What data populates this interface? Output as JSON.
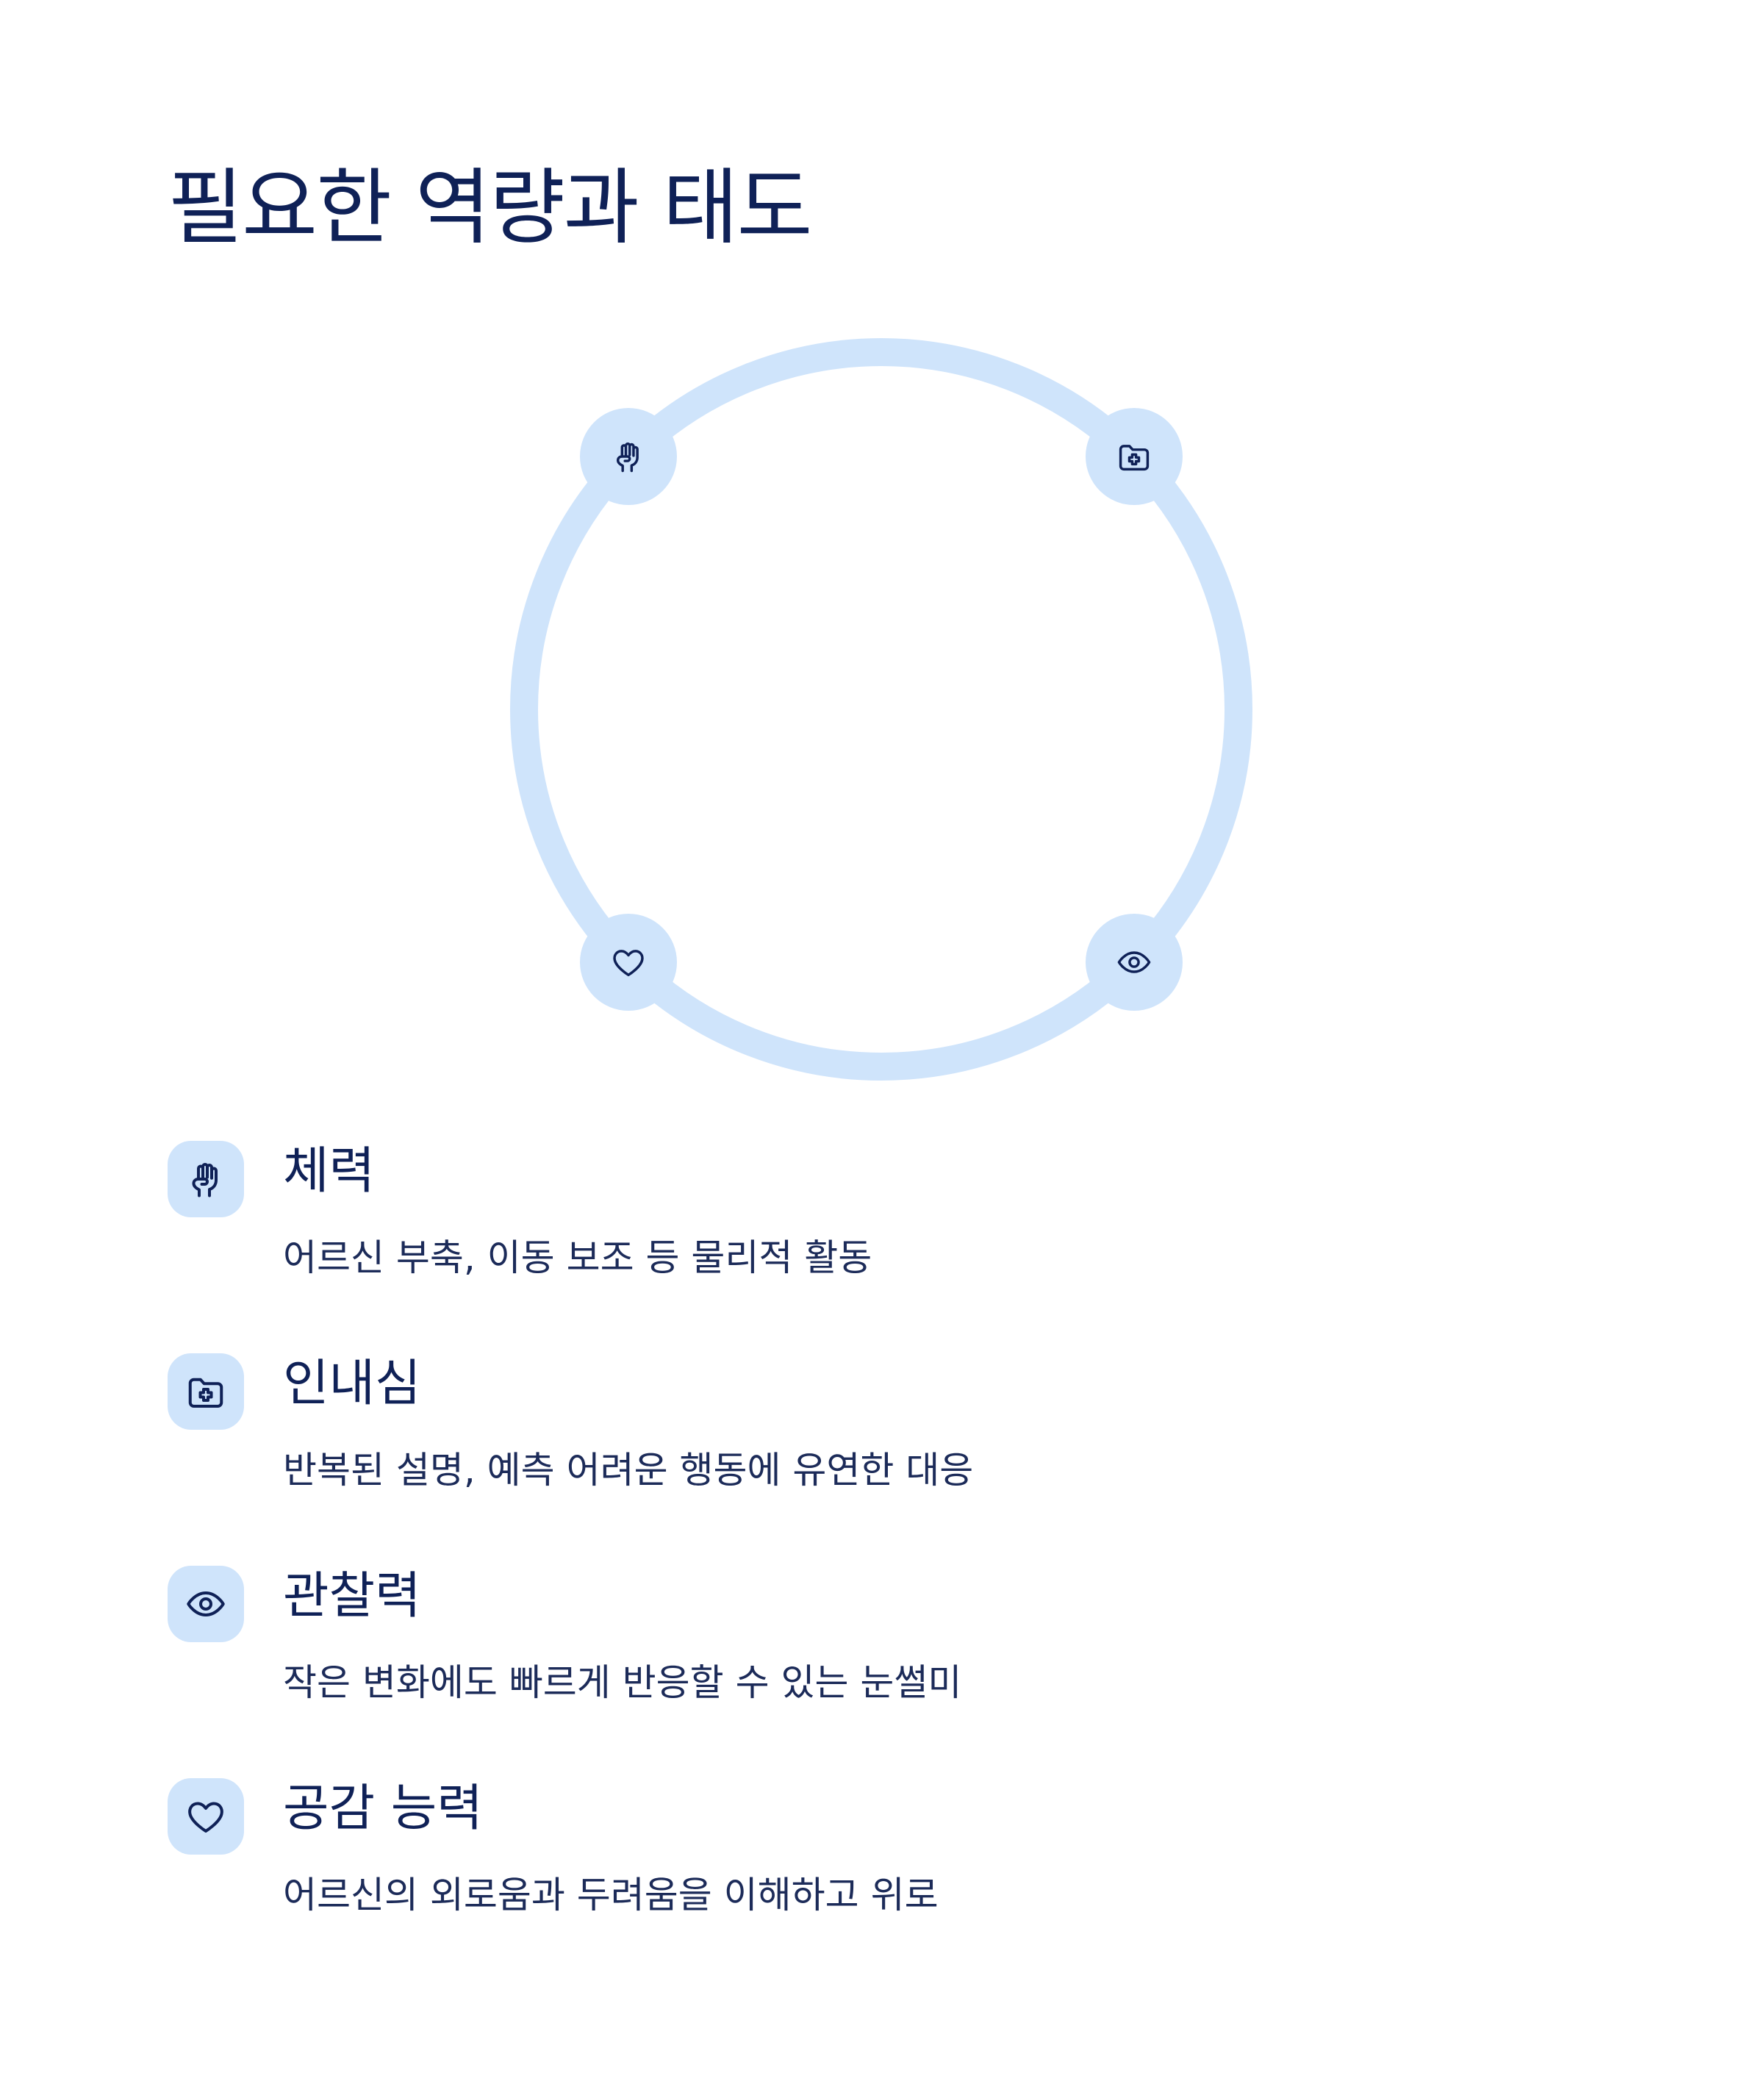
{
  "page": {
    "title": "필요한 역량과 태도"
  },
  "colors": {
    "accent_light": "#cfe4fb",
    "text_dark": "#0f2157"
  },
  "diagram": {
    "nodes": [
      {
        "position": "top-left",
        "icon": "raised-fist-icon"
      },
      {
        "position": "top-right",
        "icon": "folder-plus-icon"
      },
      {
        "position": "bottom-left",
        "icon": "heart-icon"
      },
      {
        "position": "bottom-right",
        "icon": "eye-icon"
      }
    ]
  },
  "items": [
    {
      "icon": "raised-fist-icon",
      "title": "체력",
      "description": "어르신 부축, 이동 보조 등 물리적 활동"
    },
    {
      "icon": "folder-plus-icon",
      "title": "인내심",
      "description": "반복된 설명, 예측 어려운 행동에 유연한 대응"
    },
    {
      "icon": "eye-icon",
      "title": "관찰력",
      "description": "작은 변화에도 빠르게 반응할 수 있는 눈썰미"
    },
    {
      "icon": "heart-icon",
      "title": "공감 능력",
      "description": "어르신의 외로움과 두려움을 이해하고 위로"
    }
  ]
}
